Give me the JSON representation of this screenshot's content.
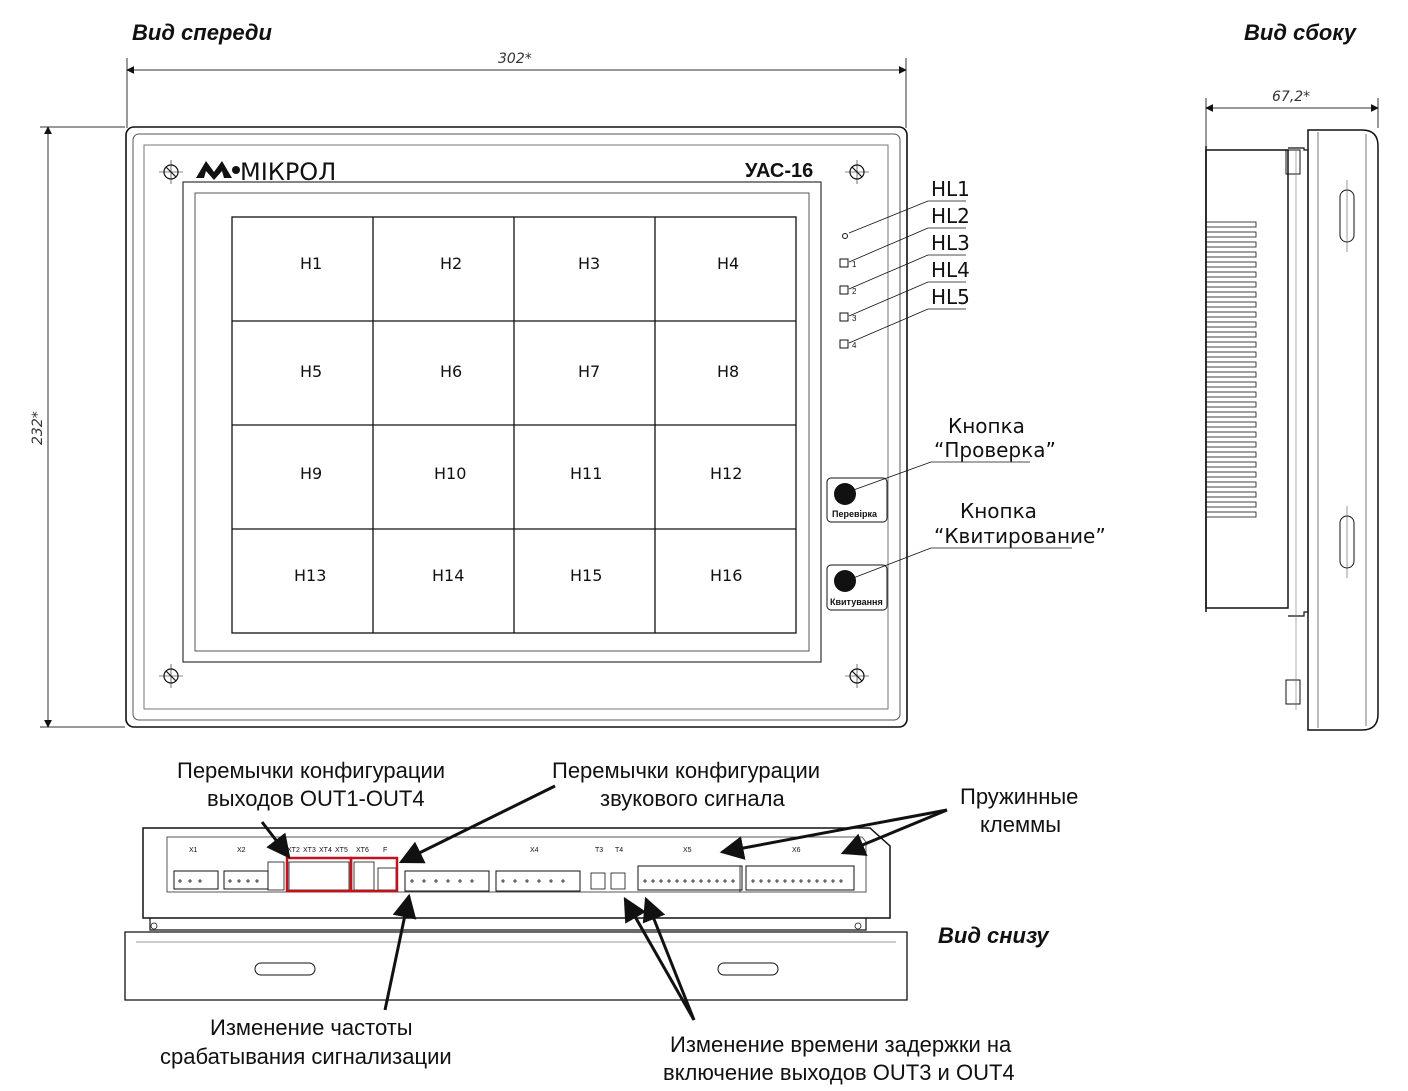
{
  "views": {
    "front": "Вид спереди",
    "side": "Вид сбоку",
    "bottom": "Вид снизу"
  },
  "dimensions": {
    "width": "302*",
    "height": "232*",
    "depth": "67,2*"
  },
  "device": {
    "brand": "МІКРОЛ",
    "model": "УАС-16",
    "cells": [
      "H1",
      "H2",
      "H3",
      "H4",
      "H5",
      "H6",
      "H7",
      "H8",
      "H9",
      "H10",
      "H11",
      "H12",
      "H13",
      "H14",
      "H15",
      "H16"
    ],
    "led_numbers": [
      "1",
      "2",
      "3",
      "4"
    ],
    "button_check_label": "Перевірка",
    "button_ack_label": "Квитування"
  },
  "callouts": {
    "hl": [
      "HL1",
      "HL2",
      "HL3",
      "HL4",
      "HL5"
    ],
    "check_line1": "Кнопка",
    "check_line2": "“Проверка”",
    "ack_line1": "Кнопка",
    "ack_line2": "“Квитирование”"
  },
  "bottom_view": {
    "connectors": [
      "X1",
      "X2",
      "XT2",
      "XT3",
      "XT4",
      "XT5",
      "XT6",
      "F",
      "X4",
      "T3",
      "T4",
      "X5",
      "X6"
    ]
  },
  "annotations": {
    "out_jumpers_line1": "Перемычки конфигурации",
    "out_jumpers_line2": "выходов OUT1-OUT4",
    "sound_jumpers_line1": "Перемычки конфигурации",
    "sound_jumpers_line2": "звукового сигнала",
    "spring_line1": "Пружинные",
    "spring_line2": "клеммы",
    "freq_line1": "Изменение частоты",
    "freq_line2": "срабатывания сигнализации",
    "delay_line1": "Изменение времени задержки на",
    "delay_line2": "включение выходов OUT3 и OUT4"
  },
  "colors": {
    "highlight": "#c0141c",
    "line": "#111111"
  }
}
